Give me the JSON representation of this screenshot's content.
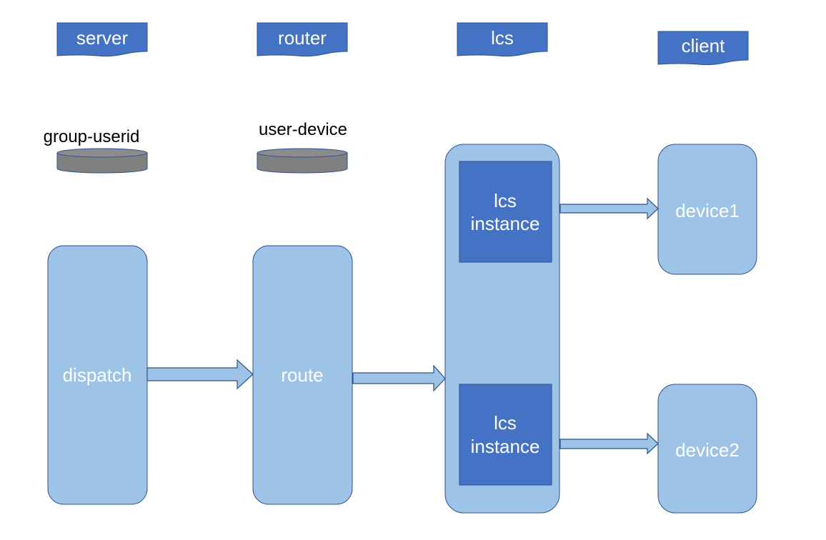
{
  "lanes": {
    "server": "server",
    "router": "router",
    "lcs": "lcs",
    "client": "client"
  },
  "stores": {
    "group_userid": "group-userid",
    "user_device": "user-device"
  },
  "nodes": {
    "dispatch": "dispatch",
    "route": "route",
    "lcs_instance_1": [
      "lcs",
      "instance"
    ],
    "lcs_instance_2": [
      "lcs",
      "instance"
    ],
    "device1": "device1",
    "device2": "device2"
  },
  "colors": {
    "header_fill": "#4472c4",
    "header_stroke": "#2f528f",
    "node_fill": "#9dc3e6",
    "node_stroke": "#2f528f",
    "instance_fill": "#4472c4",
    "db_fill": "#808080",
    "db_stroke": "#2f528f"
  }
}
